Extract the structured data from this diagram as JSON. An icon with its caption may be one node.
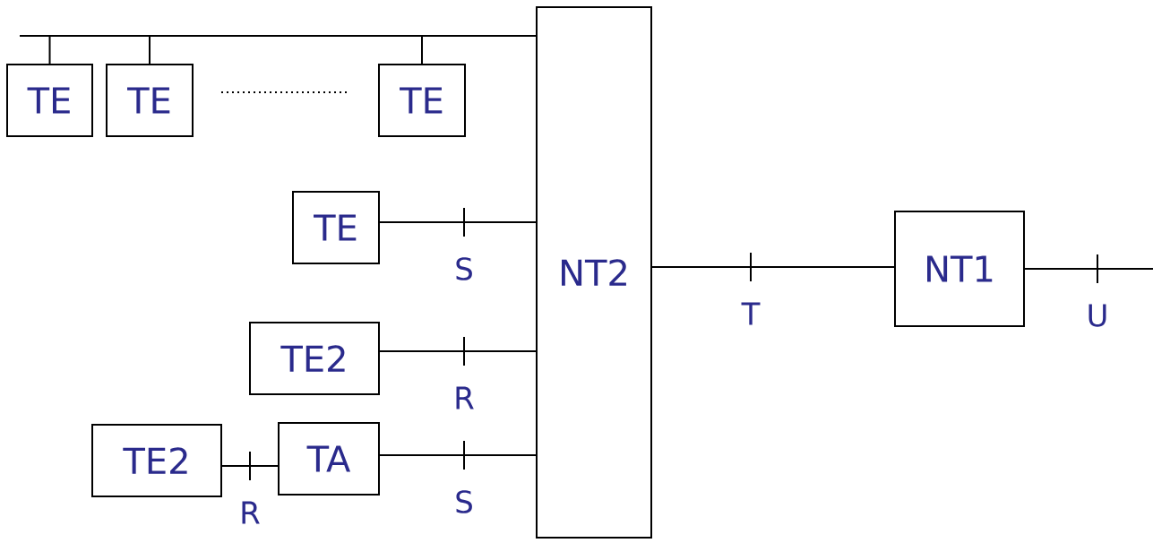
{
  "diagram": {
    "nodes": [
      {
        "text": [
          "TE"
        ]
      },
      {
        "text": [
          "TE"
        ]
      },
      {
        "text": [
          "TE"
        ]
      },
      {
        "text": [
          "NT2"
        ]
      },
      {
        "text": [
          "TE"
        ]
      },
      {
        "text": [
          "TE2"
        ]
      },
      {
        "text": [
          "TE2"
        ]
      },
      {
        "text": [
          "TA"
        ]
      },
      {
        "text": [
          "NT1"
        ]
      }
    ],
    "edges": [
      {
        "from": 0,
        "to": 3,
        "arrow": "none"
      },
      {
        "from": 1,
        "to": 3,
        "arrow": "none"
      },
      {
        "from": 2,
        "to": 3,
        "arrow": "none"
      },
      {
        "from": 4,
        "to": 3,
        "arrow": "none",
        "label": "S"
      },
      {
        "from": 5,
        "to": 3,
        "arrow": "none",
        "label": "R"
      },
      {
        "from": 6,
        "to": 7,
        "arrow": "none",
        "label": "R"
      },
      {
        "from": 7,
        "to": 3,
        "arrow": "none",
        "label": "S"
      },
      {
        "from": 3,
        "to": 8,
        "arrow": "none",
        "label": "T"
      },
      {
        "from": 8,
        "to": null,
        "arrow": "none",
        "label": "U"
      }
    ]
  }
}
